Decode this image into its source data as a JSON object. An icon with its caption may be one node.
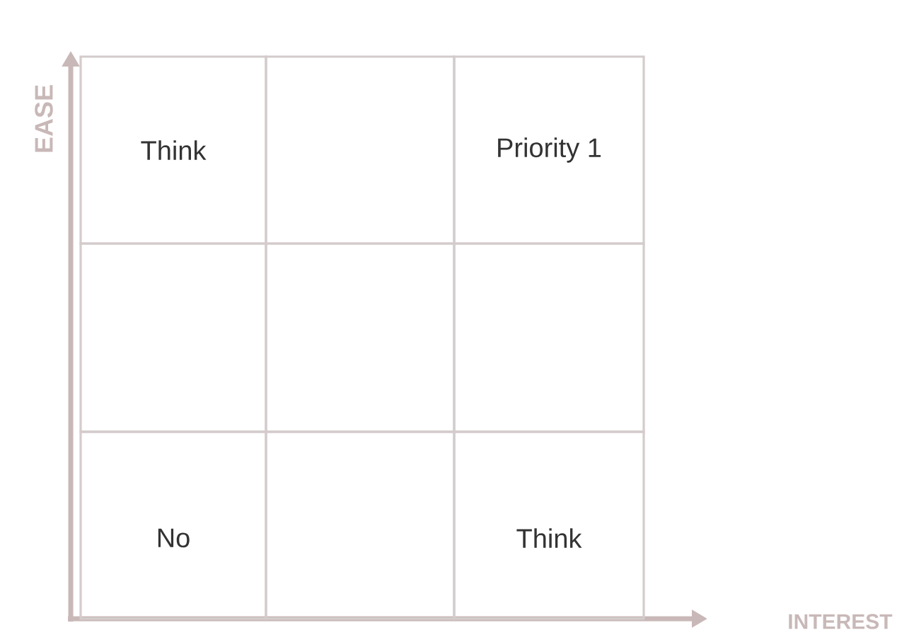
{
  "diagram": {
    "nodes": [
      {
        "text": [
          "Think"
        ]
      },
      {
        "text": [],
        "shape": "box"
      },
      {
        "text": [
          "Priority 1"
        ]
      },
      {
        "text": [],
        "shape": "box"
      },
      {
        "text": [],
        "shape": "box"
      },
      {
        "text": [],
        "shape": "box"
      },
      {
        "text": [
          "No"
        ]
      },
      {
        "text": [],
        "shape": "box"
      },
      {
        "text": [
          "Think"
        ]
      }
    ],
    "labels": [
      "EASE",
      "INTEREST"
    ]
  }
}
